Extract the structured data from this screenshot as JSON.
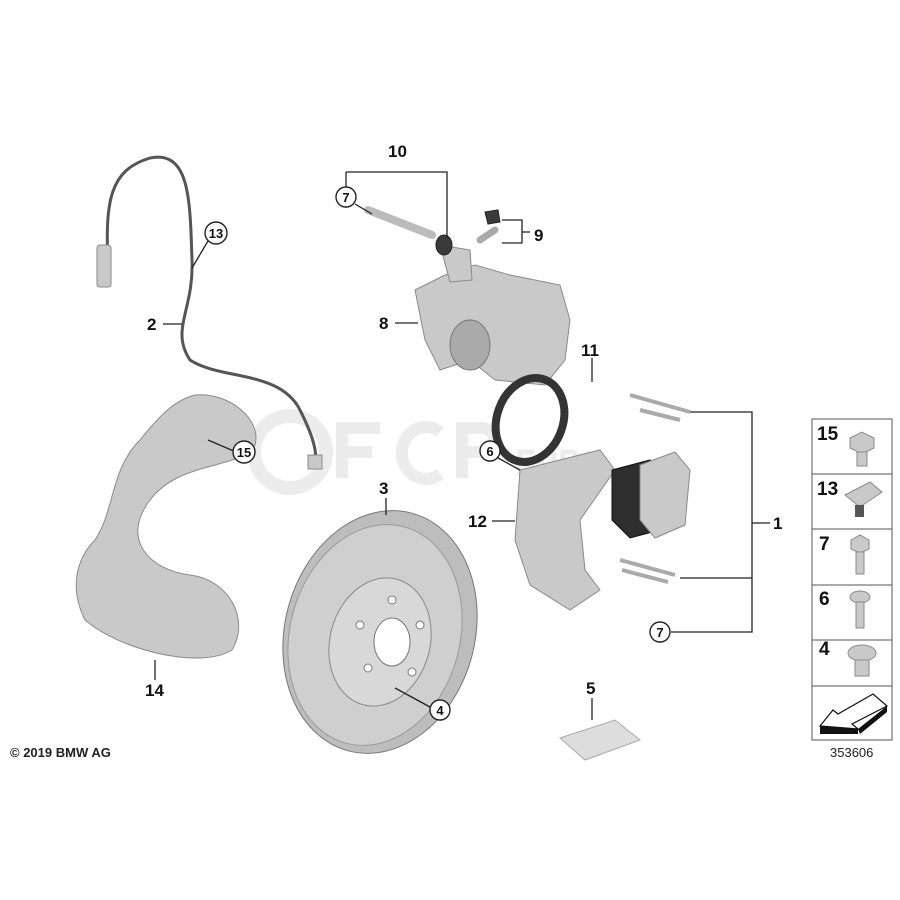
{
  "diagram": {
    "title": "Front brake assembly parts diagram",
    "callouts": {
      "c1": "1",
      "c2": "2",
      "c3": "3",
      "c4": "4",
      "c5": "5",
      "c6": "6",
      "c7a": "7",
      "c7b": "7",
      "c8": "8",
      "c9": "9",
      "c10": "10",
      "c11": "11",
      "c12": "12",
      "c13": "13",
      "c14": "14",
      "c15": "15"
    },
    "copyright": "© 2019 BMW AG",
    "diagram_number": "353606",
    "watermark": "FCP EURO",
    "legend": [
      {
        "label": "15",
        "icon": "hex-flange-bolt-icon"
      },
      {
        "label": "13",
        "icon": "cable-clip-icon"
      },
      {
        "label": "7",
        "icon": "hex-bolt-icon"
      },
      {
        "label": "6",
        "icon": "torx-bolt-icon"
      },
      {
        "label": "4",
        "icon": "countersunk-screw-icon"
      }
    ],
    "colors": {
      "part": "#c9c9c9",
      "line": "#222222"
    }
  }
}
